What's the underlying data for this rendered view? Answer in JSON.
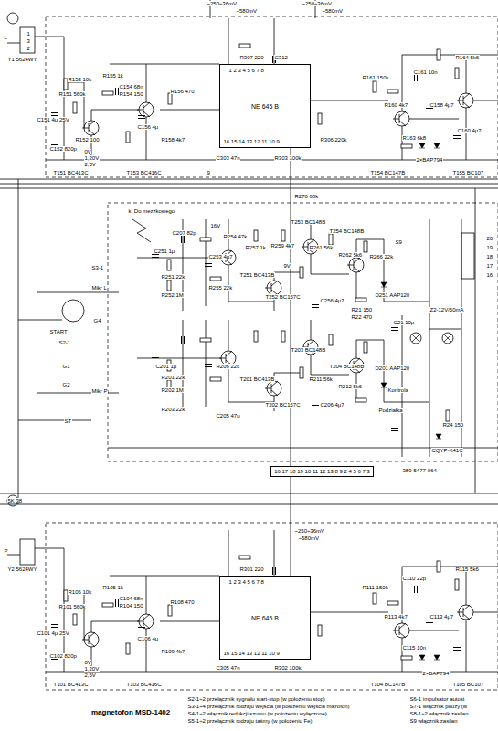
{
  "diagram": {
    "caption": "magnetofon MSD-1402",
    "nodes": [
      {
        "text": [
          "NE 645 B"
        ]
      },
      {
        "text": [
          "16 17 18 19 10 11 12 13 8 9 2 4 5 6 7 3"
        ]
      },
      {
        "text": [
          "NE 645 B"
        ]
      }
    ],
    "edges": [
      {
        "from": 0,
        "to": 1,
        "arrow": "none"
      },
      {
        "from": 1,
        "to": 2,
        "arrow": "none"
      }
    ],
    "labels": [
      "~250÷36mV",
      "~580mV",
      "~250÷36mV",
      "~580mV",
      "L",
      "1",
      "3",
      "2",
      "Y1 5624WY",
      "R153 10k",
      "R151 560k",
      "C151 4μ 25V",
      "R152 100",
      "C152 820p",
      "0V",
      "1,20V",
      "2,5V",
      "T151 BC413C",
      "T153 BC416C",
      "R155 1k",
      "C154 68n",
      "R154 150",
      "R156 470",
      "C156 4μ",
      "R158 4k7",
      "R307 220",
      "C312",
      "C303 47n",
      "R303 100k",
      "R306 220k",
      "R161 150k",
      "C161 10n",
      "R164 5k6",
      "R160 4k7",
      "C158 4μ7",
      "R163 6k8",
      "C160 4μ7",
      "2×BAP794",
      "T154 BC147B",
      "T155 BC107",
      "9",
      "k. Do mezzkowego",
      "C251 1μ",
      "C207 82p",
      "16V",
      "R254 47k",
      "R257 1k",
      "R259 4k7",
      "C253 4μ7",
      "T251 BC413B",
      "R255 22k",
      "T252 BC157C",
      "T253 BC148B",
      "T254 BC148B",
      "R270 68k",
      "R261 56k",
      "R262 5k6",
      "R266 22k",
      "C256 4μ7",
      "R21 150",
      "R22 470",
      "D251 AAP120",
      "C21 10μ",
      "9V",
      "Mikr L",
      "S3-1",
      "START",
      "G4",
      "S2-1",
      "Mikr P",
      "G1",
      "G2",
      "ST",
      "R251 22k",
      "R252 1M",
      "C201 1μ",
      "R201 22k",
      "R202 1M",
      "R203 22k",
      "R206 22k",
      "T201 BC413B",
      "T202 BC157C",
      "C205 47μ",
      "T203 BC148B",
      "T204 BC148B",
      "D201 AAP120",
      "R211 56k",
      "R212 5k6",
      "C206 4μ7",
      "Kontrola",
      "Podziałka",
      "Z2-12V/50mA",
      "R24 150",
      "CQYP-K41C",
      "389-5477-064",
      "20",
      "19",
      "18",
      "17",
      "16",
      "S9",
      "5K 38",
      "P",
      "Y2 5624WY",
      "R106 10k",
      "R101 560k",
      "C101 4μ 25V",
      "C102 820p",
      "0V",
      "1,20V",
      "2,5V",
      "T101 BC413C",
      "T103 BC416C",
      "R105 1k",
      "C104 68n",
      "R104 150",
      "R108 470",
      "C106 4μ",
      "R109 4k7",
      "~250÷36mV",
      "~580mV",
      "R301 220",
      "C305 47n",
      "R302 100k",
      "R111 150k",
      "C110 22p",
      "R115 5k6",
      "R113 4k7",
      "C113 4μ7",
      "C115 10n",
      "2×BAP794",
      "T104 BC147B",
      "T105 BC107",
      "S2-1÷2 przełącznik sygnału start-stop (w położeniu stop)",
      "S3-1÷4 przełącznik rodzaju wejścia (w położeniu wejścia mikrofon)",
      "S4-1÷2 włącznik redukcji szumu (w położeniu wyłączone)",
      "S5-1÷2 przełącznik rodzaju taśmy (w położeniu Fe)",
      "S6-1 impulsator autost",
      "S7-1 włącznik pauzy (w",
      "S8-1÷2 włącznik zasilan",
      "S9 włącznik zasilan",
      "1 2 3 4 5 6 7 8",
      "16 15 14 13 12 11 10 9",
      "1 2 3 4 5 6 7 8",
      "16 15 14 13 12 11 10 9"
    ]
  }
}
